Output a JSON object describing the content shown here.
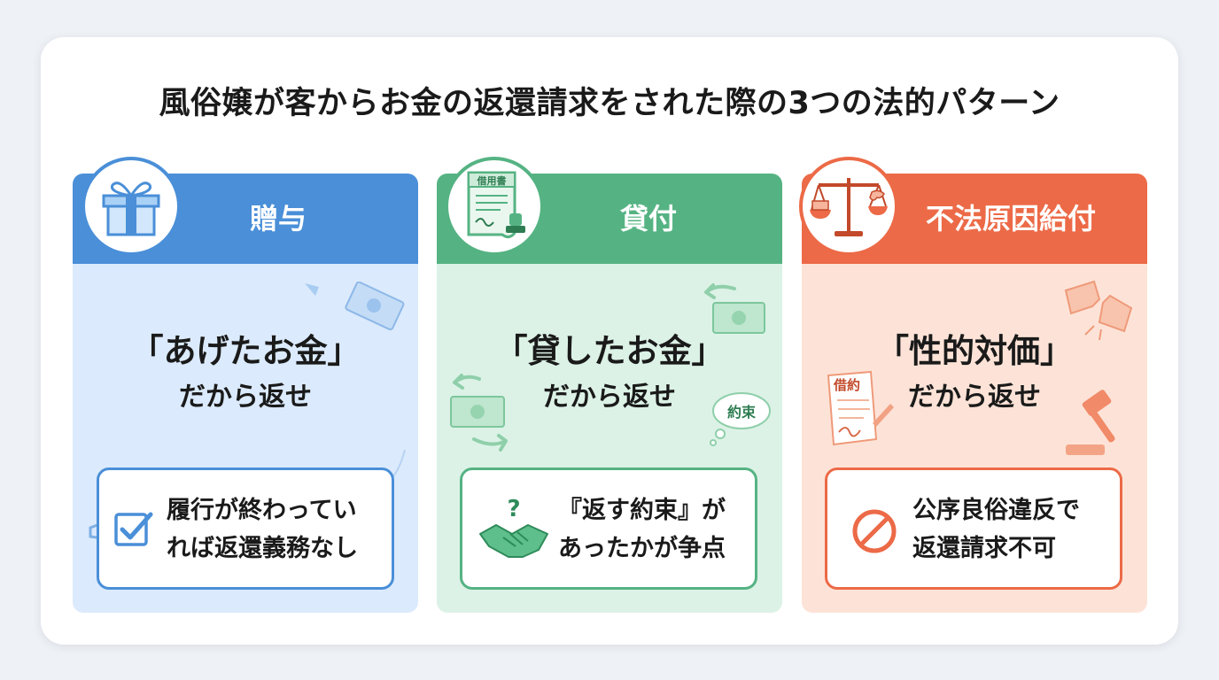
{
  "title": "風俗嬢が客からお金の返還請求をされた際の3つの法的パターン",
  "colors": {
    "blue": "#4a8fd8",
    "blue_light": "#dbeafc",
    "green": "#55b383",
    "green_light": "#dcf2e6",
    "orange": "#ec6a47",
    "orange_light": "#fde3d7"
  },
  "cards": [
    {
      "header": "贈与",
      "icon": "gift-icon",
      "quote": "「あげたお金」",
      "sub": "だから返せ",
      "box_icon": "checkbox-icon",
      "box_line1": "履行が終わってい",
      "box_line2": "れば返還義務なし",
      "deco_symbol": "¥"
    },
    {
      "header": "貸付",
      "icon": "loan-document-icon",
      "icon_label": "借用書",
      "quote": "「貸したお金」",
      "sub": "だから返せ",
      "box_icon": "handshake-question-icon",
      "box_line1": "『返す約束』が",
      "box_line2": "あったかが争点",
      "bubble": "約束"
    },
    {
      "header": "不法原因給付",
      "icon": "scales-icon",
      "quote": "「性的対価」",
      "sub": "だから返せ",
      "box_icon": "prohibited-icon",
      "box_line1": "公序良俗違反で",
      "box_line2": "返還請求不可",
      "contract_label": "借約"
    }
  ]
}
